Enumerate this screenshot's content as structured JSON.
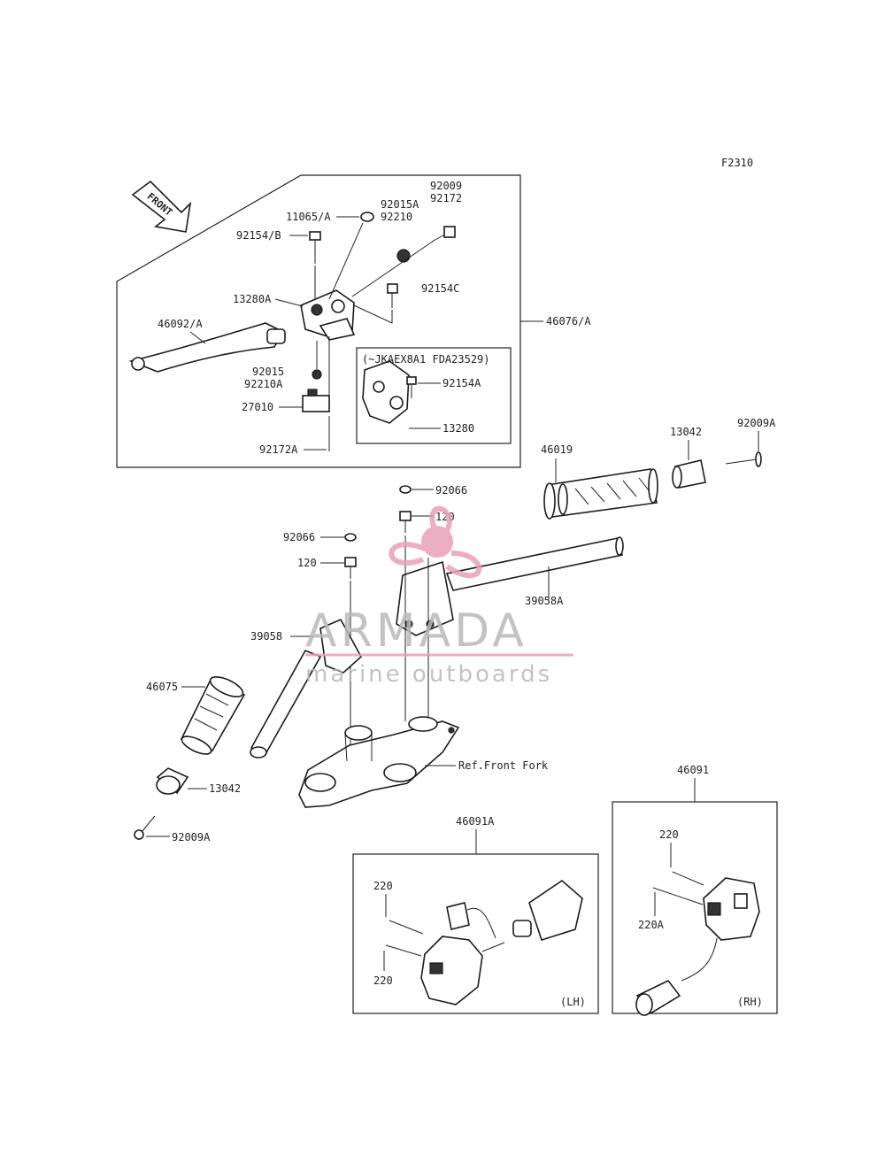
{
  "figure_code": "F2310",
  "front_label": "FRONT",
  "labels": {
    "l92009": "92009",
    "l92172": "92172",
    "l92015A": "92015A",
    "l92210": "92210",
    "l11065A": "11065/A",
    "l92154B": "92154/B",
    "l92154C": "92154C",
    "l13280A": "13280A",
    "l46076A": "46076/A",
    "l46092A": "46092/A",
    "l92015": "92015",
    "l92210A": "92210A",
    "l27010": "27010",
    "l92172A": "92172A",
    "variant_note": "(~JKAEX8A1 FDA23529)",
    "l92154A": "92154A",
    "l13280": "13280",
    "l46019": "46019",
    "l13042_top": "13042",
    "l92009A_top": "92009A",
    "l92066_top": "92066",
    "l120_top": "120",
    "l92066_left": "92066",
    "l120_left": "120",
    "l39058A": "39058A",
    "l39058": "39058",
    "l46075": "46075",
    "l13042_bot": "13042",
    "l92009A_bot": "92009A",
    "ref_front_fork": "Ref.Front Fork",
    "l46091A": "46091A",
    "l46091": "46091",
    "l220_lh_top": "220",
    "l220_lh_bot": "220",
    "l220_rh": "220",
    "l220A_rh": "220A",
    "lh": "(LH)",
    "rh": "(RH)"
  },
  "watermark": {
    "brand": "ARMADA",
    "tagline": "marine outboards",
    "color": "#e8a0b8"
  },
  "colors": {
    "line": "#222222",
    "background": "#ffffff"
  }
}
